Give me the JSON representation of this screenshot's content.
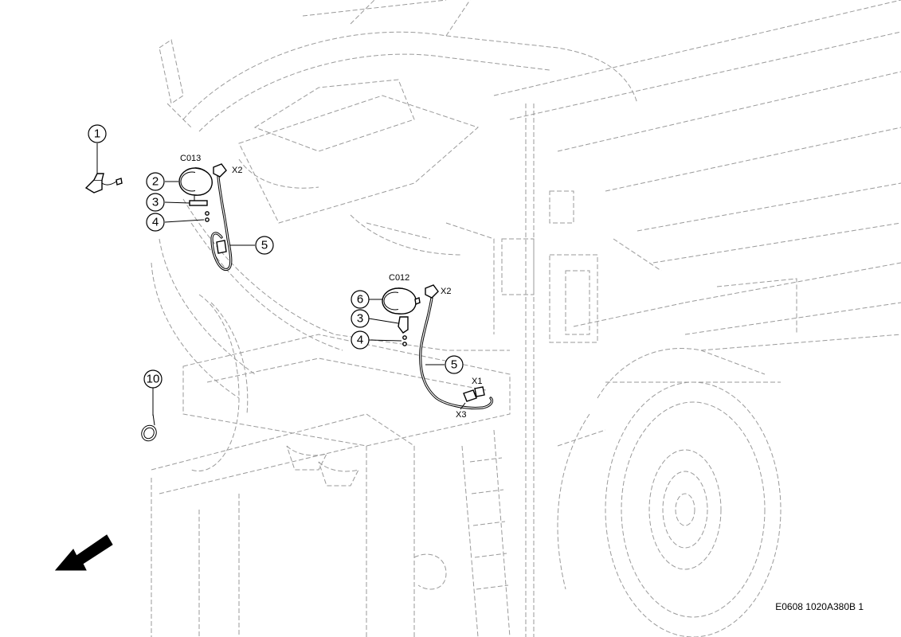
{
  "callouts": {
    "c1": "1",
    "c2": "2",
    "c3a": "3",
    "c4a": "4",
    "c5a": "5",
    "c6": "6",
    "c3b": "3",
    "c4b": "4",
    "c5b": "5",
    "c10": "10"
  },
  "connectors": {
    "left_lamp": "C013",
    "left_plug": "X2",
    "right_lamp": "C012",
    "right_plug": "X2",
    "x1": "X1",
    "x3": "X3"
  },
  "reference_code": "E0608 1020A380B 1",
  "icons": {
    "direction_arrow": "arrow-down-left-icon"
  }
}
